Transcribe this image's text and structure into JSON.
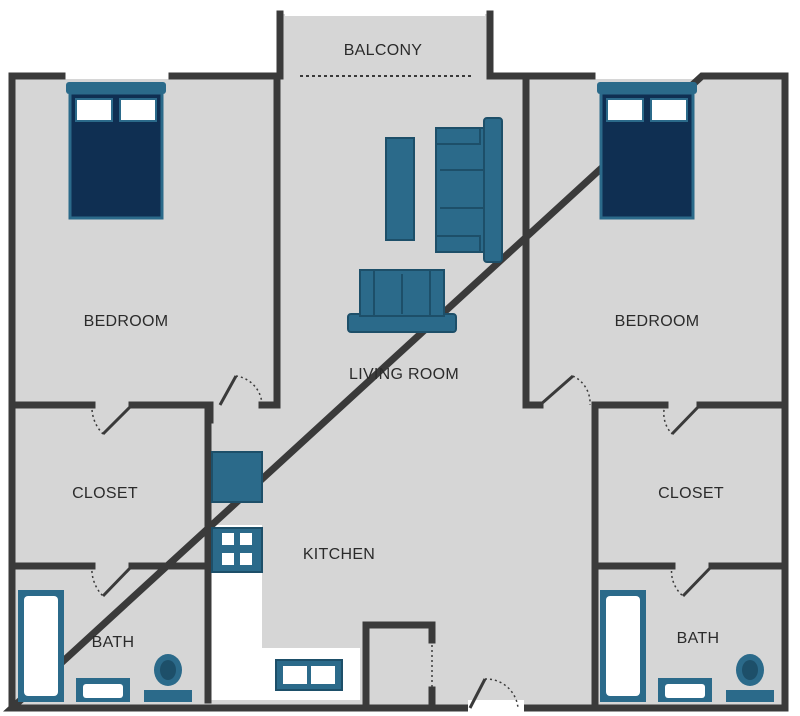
{
  "floorplan": {
    "rooms": {
      "balcony": "BALCONY",
      "bedroom_left": "BEDROOM",
      "bedroom_right": "BEDROOM",
      "living_room": "LIVING ROOM",
      "closet_left": "CLOSET",
      "closet_right": "CLOSET",
      "kitchen": "KITCHEN",
      "bath_left": "BATH",
      "bath_right": "BATH"
    }
  },
  "colors": {
    "floor": "#d6d6d6",
    "walls": "#3a3a3a",
    "furniture": "#2b6a8a",
    "bed": "#0f2f52",
    "fixtures_fill": "#ffffff"
  },
  "icons": [
    "bed-icon",
    "sofa-icon",
    "loveseat-icon",
    "tv-stand-icon",
    "fridge-icon",
    "stove-icon",
    "sink-icon",
    "bathtub-icon",
    "toilet-icon",
    "door-icon"
  ]
}
